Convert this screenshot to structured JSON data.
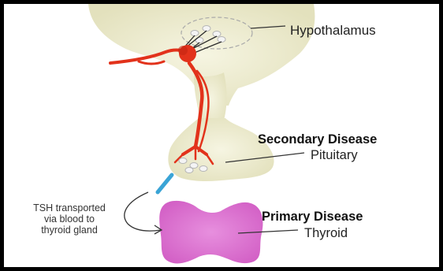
{
  "labels": {
    "hypothalamus": "Hypothalamus",
    "secondary_disease": "Secondary Disease",
    "pituitary": "Pituitary",
    "primary_disease": "Primary Disease",
    "thyroid": "Thyroid"
  },
  "note_lines": [
    "TSH transported",
    "via blood to",
    "thyroid gland"
  ],
  "colors": {
    "brain_tissue": "#f2f1d8",
    "blood_vessel": "#e2321b",
    "thyroid": "#dc6fcf",
    "tsh_stream": "#3aa4d6",
    "border": "#000000"
  }
}
